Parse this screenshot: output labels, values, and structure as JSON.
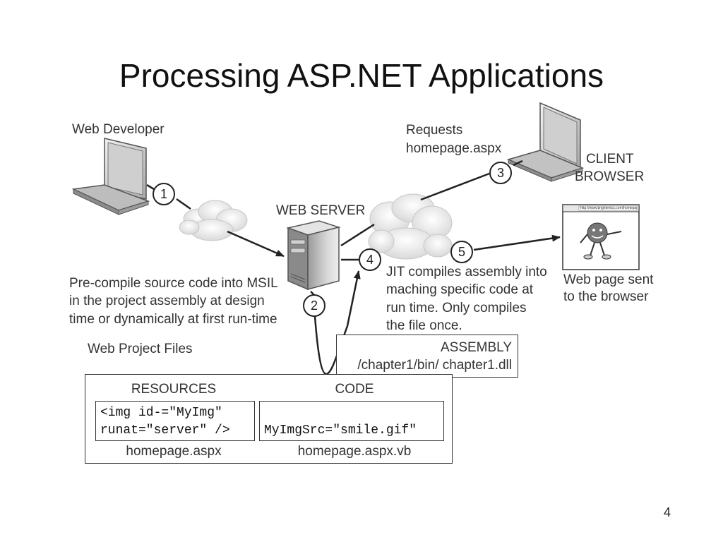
{
  "slide": {
    "title": "Processing ASP.NET Applications",
    "page_number": "4"
  },
  "labels": {
    "web_developer": "Web Developer",
    "web_server": "WEB SERVER",
    "requests_line1": "Requests",
    "requests_line2": "homepage.aspx",
    "client_line1": "CLIENT",
    "client_line2": "BROWSER",
    "precompile": [
      "Pre-compile source code into MSIL",
      "in the project assembly at design",
      "time or dynamically at first run-time"
    ],
    "jit": [
      "JIT compiles assembly into",
      "maching specific code at",
      "run time. Only compiles",
      "the file once."
    ],
    "webpage_sent": [
      "Web page sent",
      "to the browser"
    ],
    "web_project_files": "Web Project Files"
  },
  "steps": [
    "1",
    "2",
    "3",
    "4",
    "5"
  ],
  "assembly": {
    "heading": "ASSEMBLY",
    "path": "/chapter1/bin/ chapter1.dll"
  },
  "project": {
    "resources_heading": "RESOURCES",
    "code_heading": "CODE",
    "resources_code": [
      "<img id-=\"MyImg\"",
      "runat=\"server\" />"
    ],
    "code_code": "MyImgSrc=\"smile.gif\"",
    "resources_file": "homepage.aspx",
    "code_file": "homepage.aspx.vb"
  },
  "browser_window": {
    "address_text": "http://www.brightertics.com/homepage.htm"
  }
}
